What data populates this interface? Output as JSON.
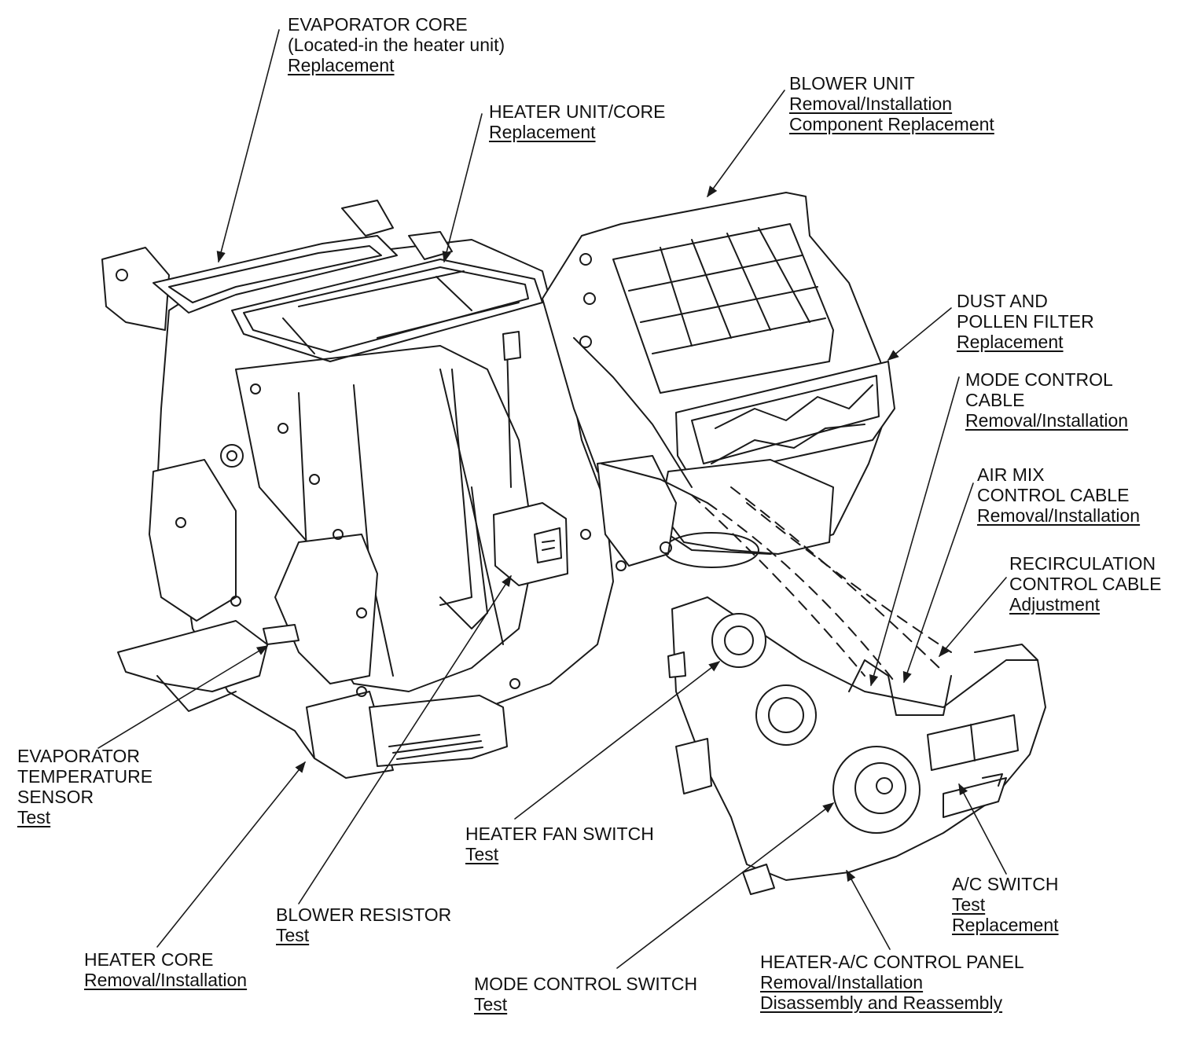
{
  "colors": {
    "line": "#1a1a1a",
    "part_fill": "#ffffff",
    "shade": "#f2f2f2",
    "text": "#111111"
  },
  "callouts": {
    "evap_core": {
      "title": [
        "EVAPORATOR CORE",
        "(Located-in the heater unit)"
      ],
      "links": [
        "Replacement"
      ]
    },
    "heater_unit": {
      "title": [
        "HEATER UNIT/CORE"
      ],
      "links": [
        "Replacement"
      ]
    },
    "blower_unit": {
      "title": [
        "BLOWER UNIT"
      ],
      "links": [
        "Removal/Installation",
        "Component Replacement"
      ]
    },
    "dust_filter": {
      "title": [
        "DUST AND",
        "POLLEN FILTER"
      ],
      "links": [
        "Replacement"
      ]
    },
    "mode_cable": {
      "title": [
        "MODE CONTROL",
        "CABLE"
      ],
      "links": [
        "Removal/Installation"
      ]
    },
    "air_mix_cable": {
      "title": [
        "AIR MIX",
        "CONTROL CABLE"
      ],
      "links": [
        "Removal/Installation"
      ]
    },
    "recirc_cable": {
      "title": [
        "RECIRCULATION",
        "CONTROL CABLE"
      ],
      "links": [
        "Adjustment"
      ]
    },
    "evap_sensor": {
      "title": [
        "EVAPORATOR",
        "TEMPERATURE",
        "SENSOR"
      ],
      "links": [
        "Test"
      ]
    },
    "fan_switch": {
      "title": [
        "HEATER FAN SWITCH"
      ],
      "links": [
        "Test"
      ]
    },
    "ac_switch": {
      "title": [
        "A/C SWITCH"
      ],
      "links": [
        "Test",
        "Replacement"
      ]
    },
    "blower_res": {
      "title": [
        "BLOWER RESISTOR"
      ],
      "links": [
        "Test"
      ]
    },
    "heater_core": {
      "title": [
        "HEATER CORE"
      ],
      "links": [
        "Removal/Installation"
      ]
    },
    "mode_switch": {
      "title": [
        "MODE CONTROL SWITCH"
      ],
      "links": [
        "Test"
      ]
    },
    "control_panel": {
      "title": [
        "HEATER-A/C CONTROL PANEL"
      ],
      "links": [
        "Removal/Installation",
        "Disassembly and Reassembly"
      ]
    }
  }
}
